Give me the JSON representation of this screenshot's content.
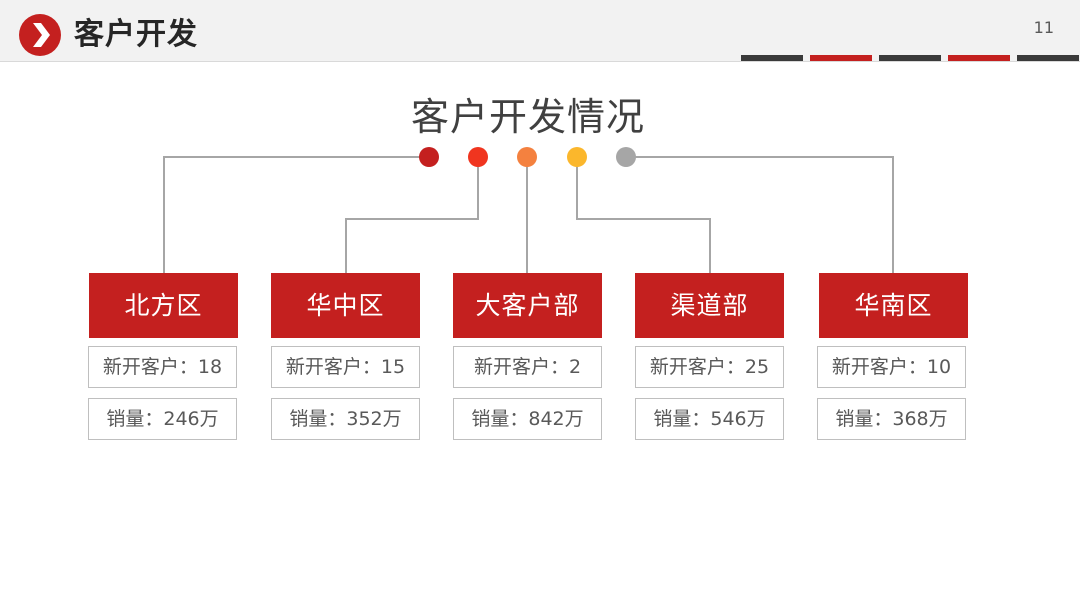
{
  "header": {
    "title": "客户开发",
    "page_number": "11",
    "logo_icon": "chevron-right-icon",
    "accent_colors": [
      "#3a3a3a",
      "#c4201f",
      "#3a3a3a",
      "#c4201f",
      "#3a3a3a"
    ]
  },
  "diagram": {
    "title": "客户开发情况",
    "dot_colors": [
      "#c4201f",
      "#f0351f",
      "#f4813f",
      "#fbb72c",
      "#a6a6a6"
    ],
    "regions": [
      {
        "name": "北方区",
        "new_customers": "新开客户：18",
        "sales": "销量：246万"
      },
      {
        "name": "华中区",
        "new_customers": "新开客户：15",
        "sales": "销量：352万"
      },
      {
        "name": "大客户部",
        "new_customers": "新开客户：2",
        "sales": "销量：842万"
      },
      {
        "name": "渠道部",
        "new_customers": "新开客户：25",
        "sales": "销量：546万"
      },
      {
        "name": "华南区",
        "new_customers": "新开客户：10",
        "sales": "销量：368万"
      }
    ]
  }
}
